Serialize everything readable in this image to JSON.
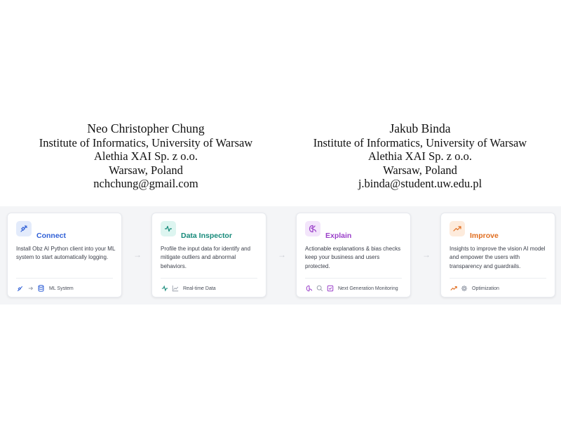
{
  "authors": [
    {
      "name": "Neo Christopher Chung",
      "affiliation": "Institute of Informatics, University of Warsaw",
      "company": "Alethia XAI Sp. z o.o.",
      "location": "Warsaw, Poland",
      "email": "nchchung@gmail.com"
    },
    {
      "name": "Jakub Binda",
      "affiliation": "Institute of Informatics, University of Warsaw",
      "company": "Alethia XAI Sp. z o.o.",
      "location": "Warsaw, Poland",
      "email": "j.binda@student.uw.edu.pl"
    }
  ],
  "steps": [
    {
      "title": "Connect",
      "description": "Install Obz AI Python client into your ML system to start automatically logging.",
      "footer": "ML System",
      "color": "#2f5fd6",
      "bg": "#e3ebfb",
      "icon": "plug-icon",
      "footer_icons": [
        "plug-icon",
        "arrow-right-icon",
        "database-icon"
      ]
    },
    {
      "title": "Data Inspector",
      "description": "Profile the input data for identify and mitigate outliers and abnormal behaviors.",
      "footer": "Real-time Data",
      "color": "#168a7a",
      "bg": "#ddf5f0",
      "icon": "pulse-icon",
      "footer_icons": [
        "pulse-icon",
        "line-chart-icon"
      ]
    },
    {
      "title": "Explain",
      "description": "Actionable explanations & bias checks keep your business and users protected.",
      "footer": "Next Generation Monitoring",
      "color": "#9a3fc9",
      "bg": "#f3e5fb",
      "icon": "brain-icon",
      "footer_icons": [
        "brain-icon",
        "search-icon",
        "check-square-icon"
      ]
    },
    {
      "title": "Improve",
      "description": "Insights to improve the vision AI model and empower the users with transparency and guardrails.",
      "footer": "Optimization",
      "color": "#e06d1f",
      "bg": "#fdebdc",
      "icon": "trending-up-icon",
      "footer_icons": [
        "trending-up-icon",
        "gear-icon"
      ]
    }
  ]
}
